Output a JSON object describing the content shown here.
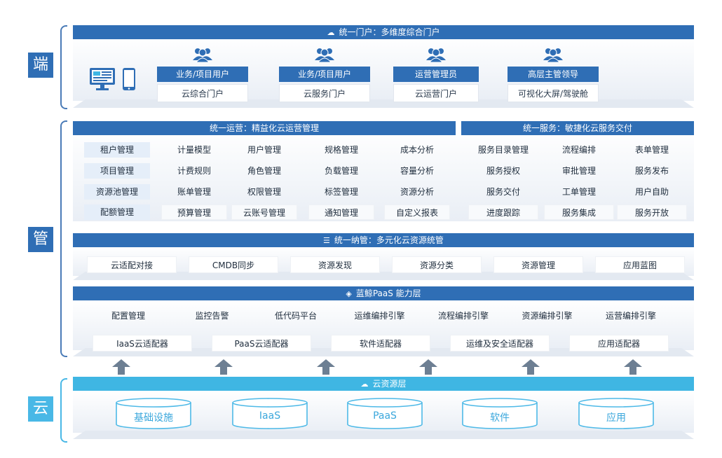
{
  "sections": {
    "duan": "端",
    "guan": "管",
    "yun": "云"
  },
  "portal": {
    "bar_title": "统一门户：多维度综合门户",
    "bar_icon": "cloud-people-icon",
    "device_icons": [
      "monitor-icon",
      "phone-icon"
    ],
    "users": [
      {
        "title": "业务/项目用户",
        "sub": "云综合门户"
      },
      {
        "title": "业务/项目用户",
        "sub": "云服务门户"
      },
      {
        "title": "运营管理员",
        "sub": "云运营门户"
      },
      {
        "title": "高层主管领导",
        "sub": "可视化大屏/驾驶舱"
      }
    ]
  },
  "ops": {
    "title": "统一运营：精益化云运营管理",
    "columns": [
      [
        "租户管理",
        "项目管理",
        "资源池管理",
        "配额管理"
      ],
      [
        "计量模型",
        "计费规则",
        "账单管理",
        "预算管理"
      ],
      [
        "用户管理",
        "角色管理",
        "权限管理",
        "云账号管理"
      ],
      [
        "规格管理",
        "负载管理",
        "标签管理",
        "通知管理"
      ],
      [
        "成本分析",
        "容量分析",
        "资源分析",
        "自定义报表"
      ]
    ]
  },
  "service": {
    "title": "统一服务：敏捷化云服务交付",
    "columns": [
      [
        "服务目录管理",
        "服务授权",
        "服务交付",
        "进度跟踪"
      ],
      [
        "流程编排",
        "审批管理",
        "工单管理",
        "服务集成"
      ],
      [
        "表单管理",
        "服务发布",
        "用户自助",
        "服务开放"
      ]
    ]
  },
  "manage": {
    "title": "统一纳管：多元化云资源统管",
    "bar_icon": "database-icon",
    "items": [
      "云适配对接",
      "CMDB同步",
      "资源发现",
      "资源分类",
      "资源管理",
      "应用蓝图"
    ]
  },
  "paas": {
    "title": "蓝鲸PaaS 能力层",
    "bar_icon": "layers-icon",
    "row1": [
      "配置管理",
      "监控告警",
      "低代码平台",
      "运维编排引擎",
      "流程编排引擎",
      "资源编排引擎",
      "运营编排引擎"
    ],
    "row2": [
      "IaaS云适配器",
      "PaaS云适配器",
      "软件适配器",
      "运维及安全适配器",
      "应用适配器"
    ]
  },
  "cloud": {
    "title": "云资源层",
    "bar_icon": "cloud-icon",
    "items": [
      "基础设施",
      "IaaS",
      "PaaS",
      "软件",
      "应用"
    ]
  },
  "colors": {
    "primary": "#2f6eb5",
    "cloud": "#3fb6e3",
    "highlight": "#e5eef9",
    "arrow": "#6d7f93"
  }
}
